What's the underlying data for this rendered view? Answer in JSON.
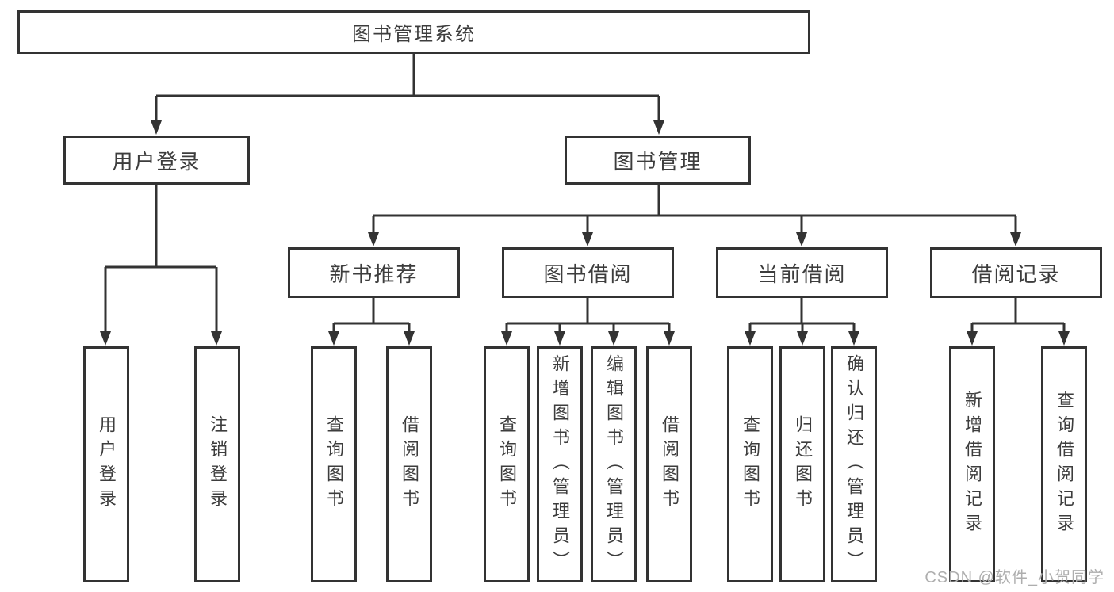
{
  "diagram": {
    "type": "hierarchy-tree",
    "root": {
      "label": "图书管理系统"
    },
    "level1": [
      {
        "label": "用户登录",
        "parent": "图书管理系统"
      },
      {
        "label": "图书管理",
        "parent": "图书管理系统"
      }
    ],
    "level2": [
      {
        "label": "新书推荐",
        "parent": "图书管理"
      },
      {
        "label": "图书借阅",
        "parent": "图书管理"
      },
      {
        "label": "当前借阅",
        "parent": "图书管理"
      },
      {
        "label": "借阅记录",
        "parent": "图书管理"
      }
    ],
    "leaves": [
      {
        "label": "用户登录",
        "parent": "用户登录"
      },
      {
        "label": "注销登录",
        "parent": "用户登录"
      },
      {
        "label": "查询图书",
        "parent": "新书推荐"
      },
      {
        "label": "借阅图书",
        "parent": "新书推荐"
      },
      {
        "label": "查询图书",
        "parent": "图书借阅"
      },
      {
        "label": "新增图书（管理员）",
        "parent": "图书借阅"
      },
      {
        "label": "编辑图书（管理员）",
        "parent": "图书借阅"
      },
      {
        "label": "借阅图书",
        "parent": "图书借阅"
      },
      {
        "label": "查询图书",
        "parent": "当前借阅"
      },
      {
        "label": "归还图书",
        "parent": "当前借阅"
      },
      {
        "label": "确认归还（管理员）",
        "parent": "当前借阅"
      },
      {
        "label": "新增借阅记录",
        "parent": "借阅记录"
      },
      {
        "label": "查询借阅记录",
        "parent": "借阅记录"
      }
    ]
  },
  "watermark": {
    "text": "CSDN @软件_小贺同学"
  },
  "colors": {
    "line": "#333333",
    "border": "#333333",
    "text": "#3d3d3d",
    "watermark": "#aeaeae",
    "background": "#ffffff"
  }
}
